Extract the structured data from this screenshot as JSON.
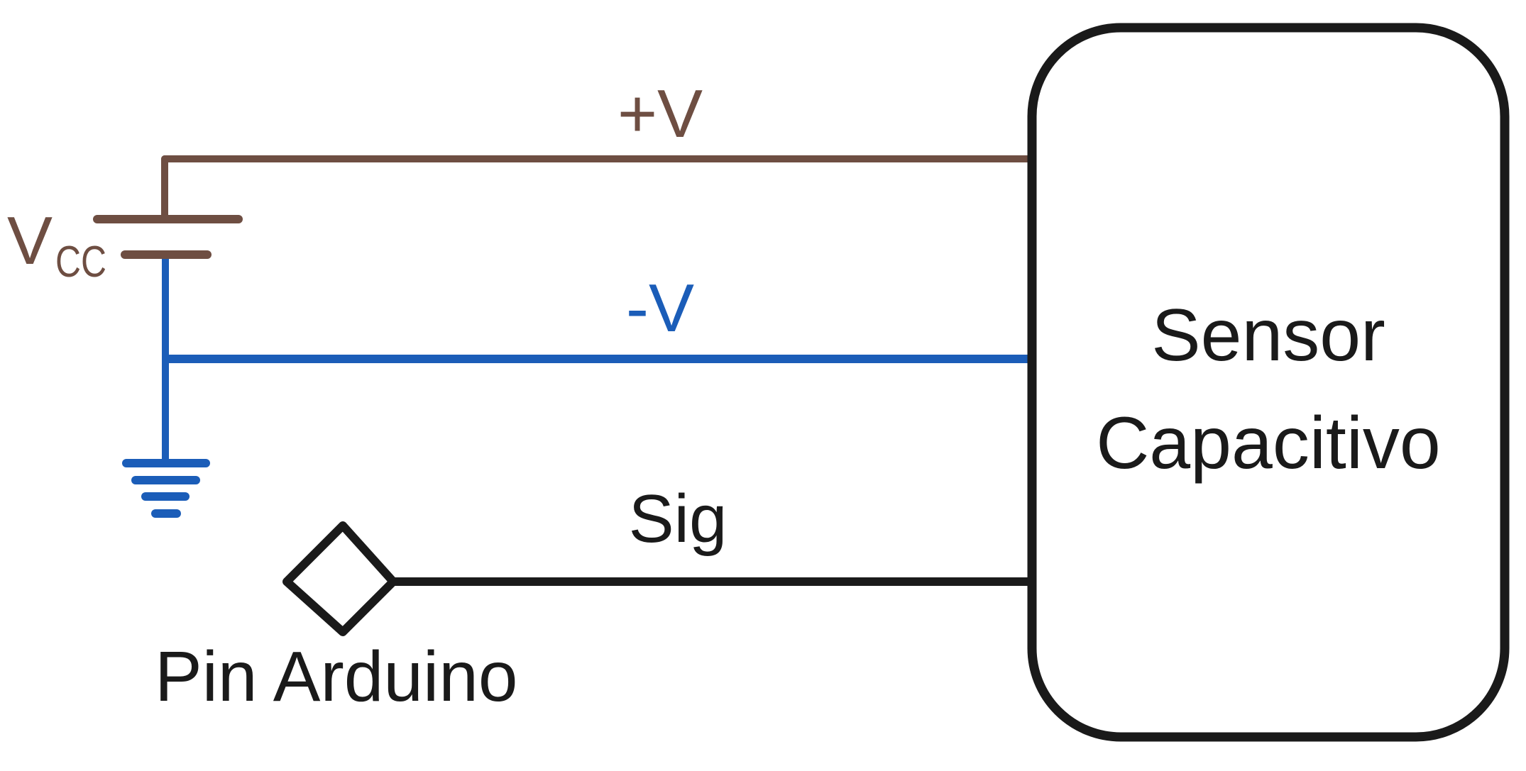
{
  "labels": {
    "pos_v": "+V",
    "neg_v": "-V",
    "sig": "Sig",
    "vcc_main": "V",
    "vcc_sub": "CC",
    "pin": "Pin Arduino",
    "sensor_line1": "Sensor",
    "sensor_line2": "Capacitivo"
  },
  "colors": {
    "positive": "#6e4e42",
    "negative": "#1b5db8",
    "signal": "#1a1a1a",
    "outline": "#1a1a1a",
    "background": "#ffffff"
  },
  "icons": {
    "battery": "battery-icon",
    "ground": "ground-icon",
    "pin": "diamond-pin-icon"
  }
}
